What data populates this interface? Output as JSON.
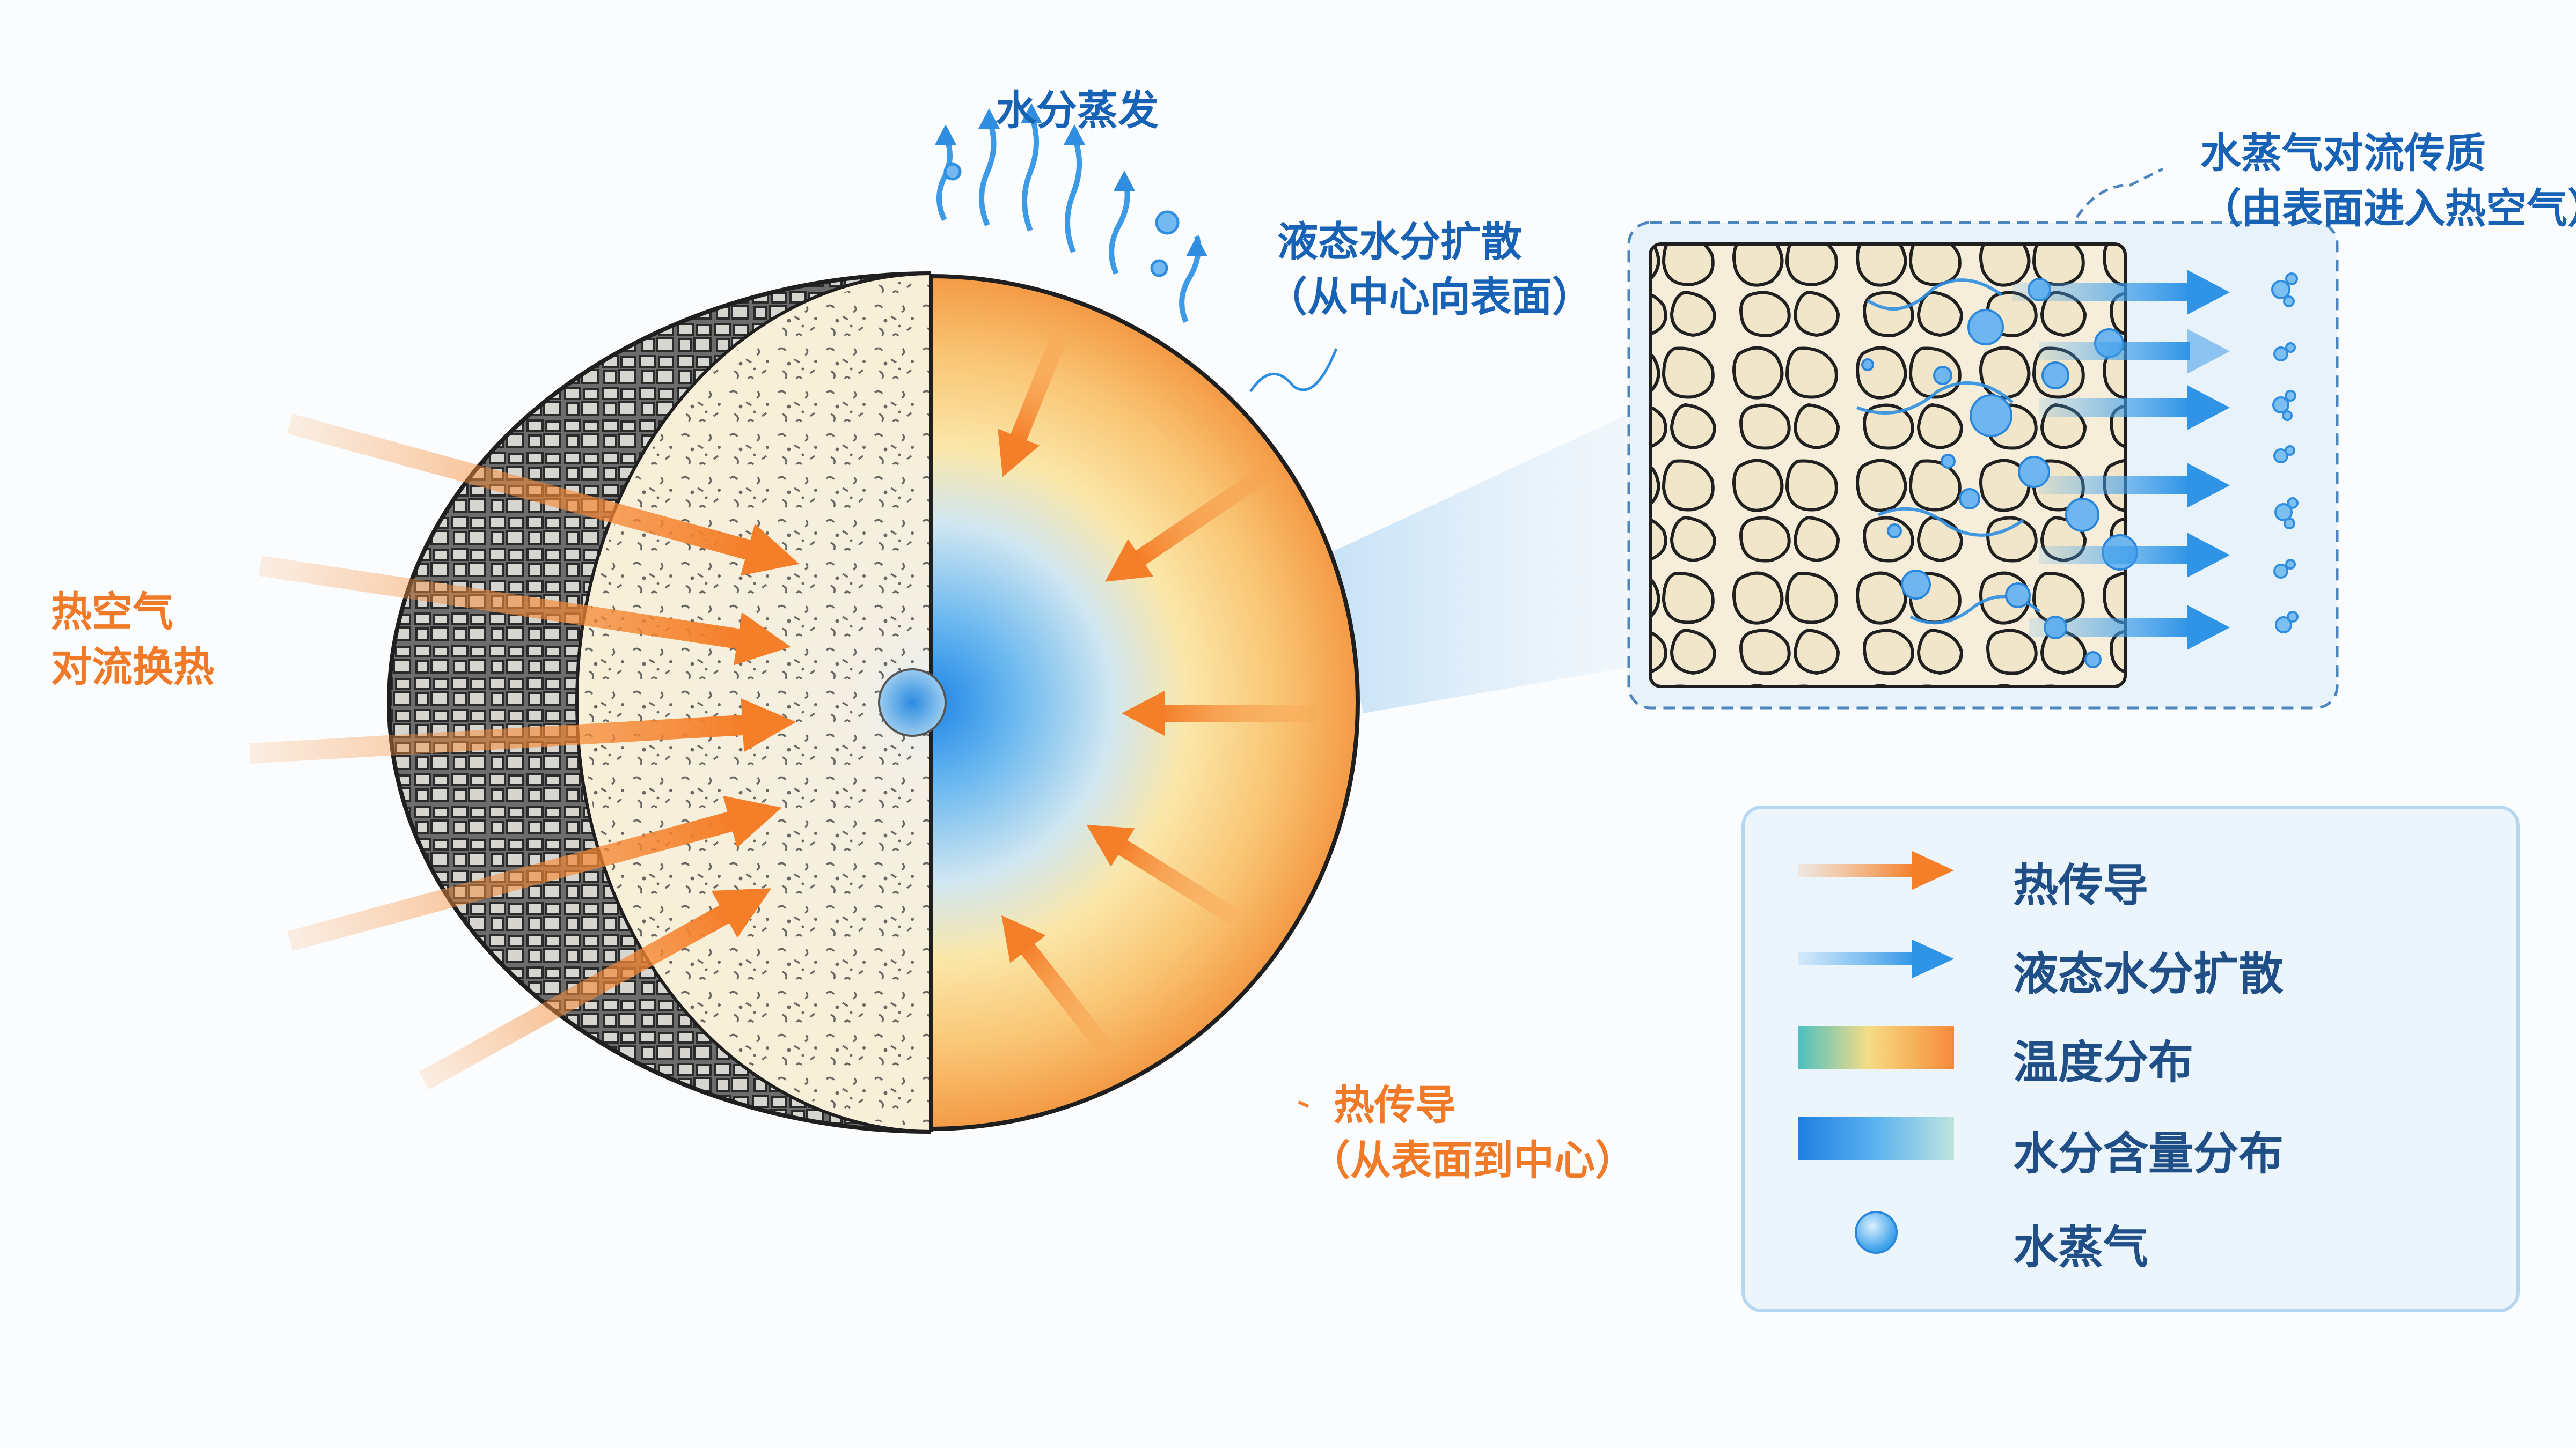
{
  "labels": {
    "moisture_evaporation": "水分蒸发",
    "liquid_diffusion_title": "液态水分扩散",
    "liquid_diffusion_sub": "（从中心向表面）",
    "hot_air_line1": "热空气",
    "hot_air_line2": "对流换热",
    "heat_conduction_title": "热传导",
    "heat_conduction_sub": "（从表面到中心）",
    "vapor_convection_title": "水蒸气对流传质",
    "vapor_convection_sub": "（由表面进入热空气）"
  },
  "legend": {
    "items": [
      {
        "label": "热传导",
        "symbol": "orange-arrow"
      },
      {
        "label": "液态水分扩散",
        "symbol": "blue-arrow"
      },
      {
        "label": "温度分布",
        "symbol": "teal-to-orange-gradient"
      },
      {
        "label": "水分含量分布",
        "symbol": "blue-to-teal-gradient"
      },
      {
        "label": "水蒸气",
        "symbol": "blue-bubble"
      }
    ]
  },
  "colors": {
    "heat_orange": "#f58a33",
    "moisture_blue": "#2f94e6",
    "label_orange": "#f07a28",
    "label_blue": "#1762b4",
    "crust_dark": "#5a5a5a",
    "crumb_cream": "#f7efdc"
  }
}
